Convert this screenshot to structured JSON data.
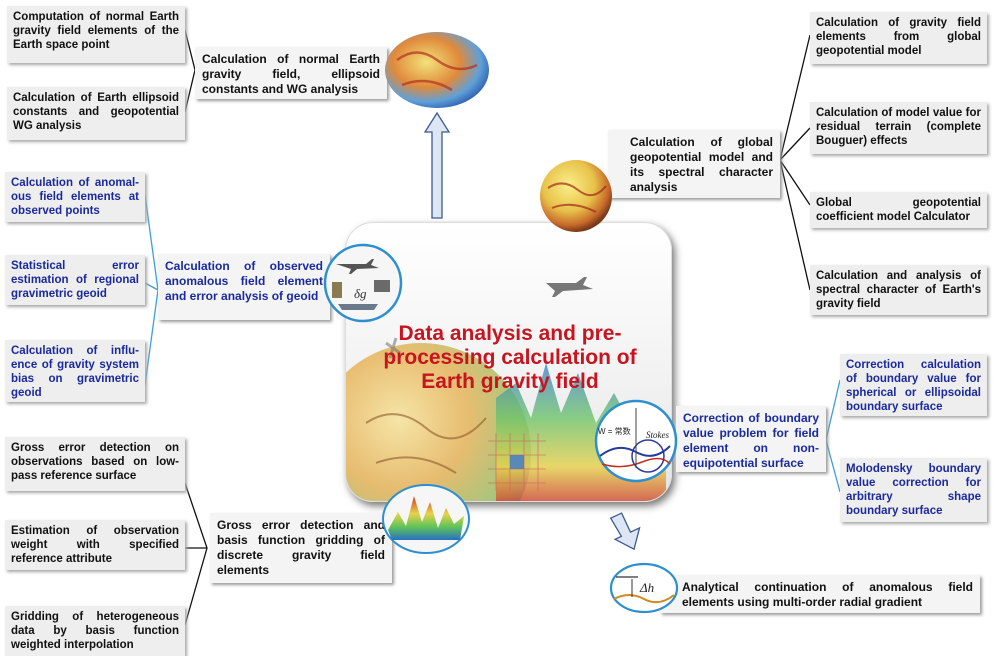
{
  "center": {
    "title": "Data analysis and pre-processing calculation of Earth gravity field",
    "photo_text": "δg",
    "grid_text": "W = 常数",
    "stokes_text": "Stokes"
  },
  "top_hub": {
    "text": "Calculation of normal Earth gravity field, ellipsoid constants and WG analysis",
    "items": [
      "Computation of normal Earth gravity field elements of the Earth space point",
      "Calculation of Earth ellipsoid constants and geopotential WG analysis"
    ]
  },
  "left_hub": {
    "text": "Calculation of observed anomalous field element and error analysis of geoid",
    "items": [
      "Calculation of anomal-ous field elements at observed points",
      "Statistical error estimation of regional gravimetric geoid",
      "Calculation of influ-ence of gravity system bias on gravimetric geoid"
    ]
  },
  "bottom_left_hub": {
    "text": "Gross error detection and basis function gridding of discrete gravity field elements",
    "items": [
      "Gross error detection on observations based on low-pass reference surface",
      "Estimation of observation weight with specified reference attribute",
      "Gridding of heterogeneous data by basis function weighted interpolation"
    ]
  },
  "right_top_hub": {
    "text": "Calculation of global geopotential model and its spectral character analysis",
    "items": [
      "Calculation of gravity field elements from global geopotential model",
      "Calculation of model value for residual terrain (complete Bouguer) effects",
      "Global geopotential coefficient model Calculator",
      "Calculation and analysis of spectral character of Earth's gravity field"
    ]
  },
  "right_mid_hub": {
    "text": "Correction of boundary value problem for field element on non-equipotential surface",
    "items": [
      "Correction calculation of boundary value for spherical or ellipsoidal boundary surface",
      "Molodensky boundary value correction for arbitrary shape boundary surface"
    ]
  },
  "bottom_right_hub": {
    "text": "Analytical continuation of anomalous field elements using multi-order radial gradient",
    "icon_text": "Δh"
  },
  "colors": {
    "title_red": "#c8141e",
    "blue_text": "#1a2a9c",
    "arrow_fill": "#dde6f4",
    "arrow_stroke": "#3c5a8c",
    "connector_blue": "#3aa0d8"
  }
}
